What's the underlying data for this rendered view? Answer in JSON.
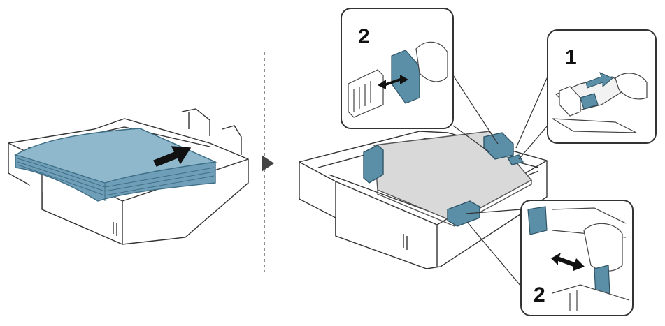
{
  "figure": {
    "left_panel": {
      "description_icon": "paper-stack-push-arrow"
    },
    "right_panel": {
      "callouts": [
        {
          "id": "top-left",
          "step_label": "2",
          "icon": "width-guide-squeeze"
        },
        {
          "id": "top-right",
          "step_label": "1",
          "icon": "length-guide-slide"
        },
        {
          "id": "bottom-right",
          "step_label": "2",
          "icon": "width-guide-squeeze"
        }
      ]
    },
    "colors": {
      "guide_blue": "#5b8fa8",
      "paper_blue": "#6f9fb8",
      "paper_edge": "#3f6f86",
      "tray_fill": "#ffffff",
      "line": "#333333",
      "loaded_paper": "#d9d9d9",
      "separator": "#555555"
    }
  }
}
